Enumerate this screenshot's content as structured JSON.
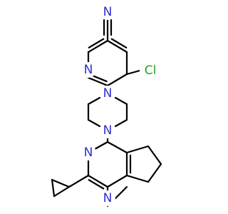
{
  "molecule": {
    "atom_colors": {
      "N": "#2f2fd0",
      "Cl": "#21a521",
      "C": "#000000"
    },
    "atoms": {
      "nitrile_n": "N",
      "pyridine_n": "N",
      "chloro": "Cl",
      "piperazine_n1": "N",
      "piperazine_n4": "N",
      "pyrimidine_n3": "N",
      "pyrimidine_n1": "N"
    }
  }
}
